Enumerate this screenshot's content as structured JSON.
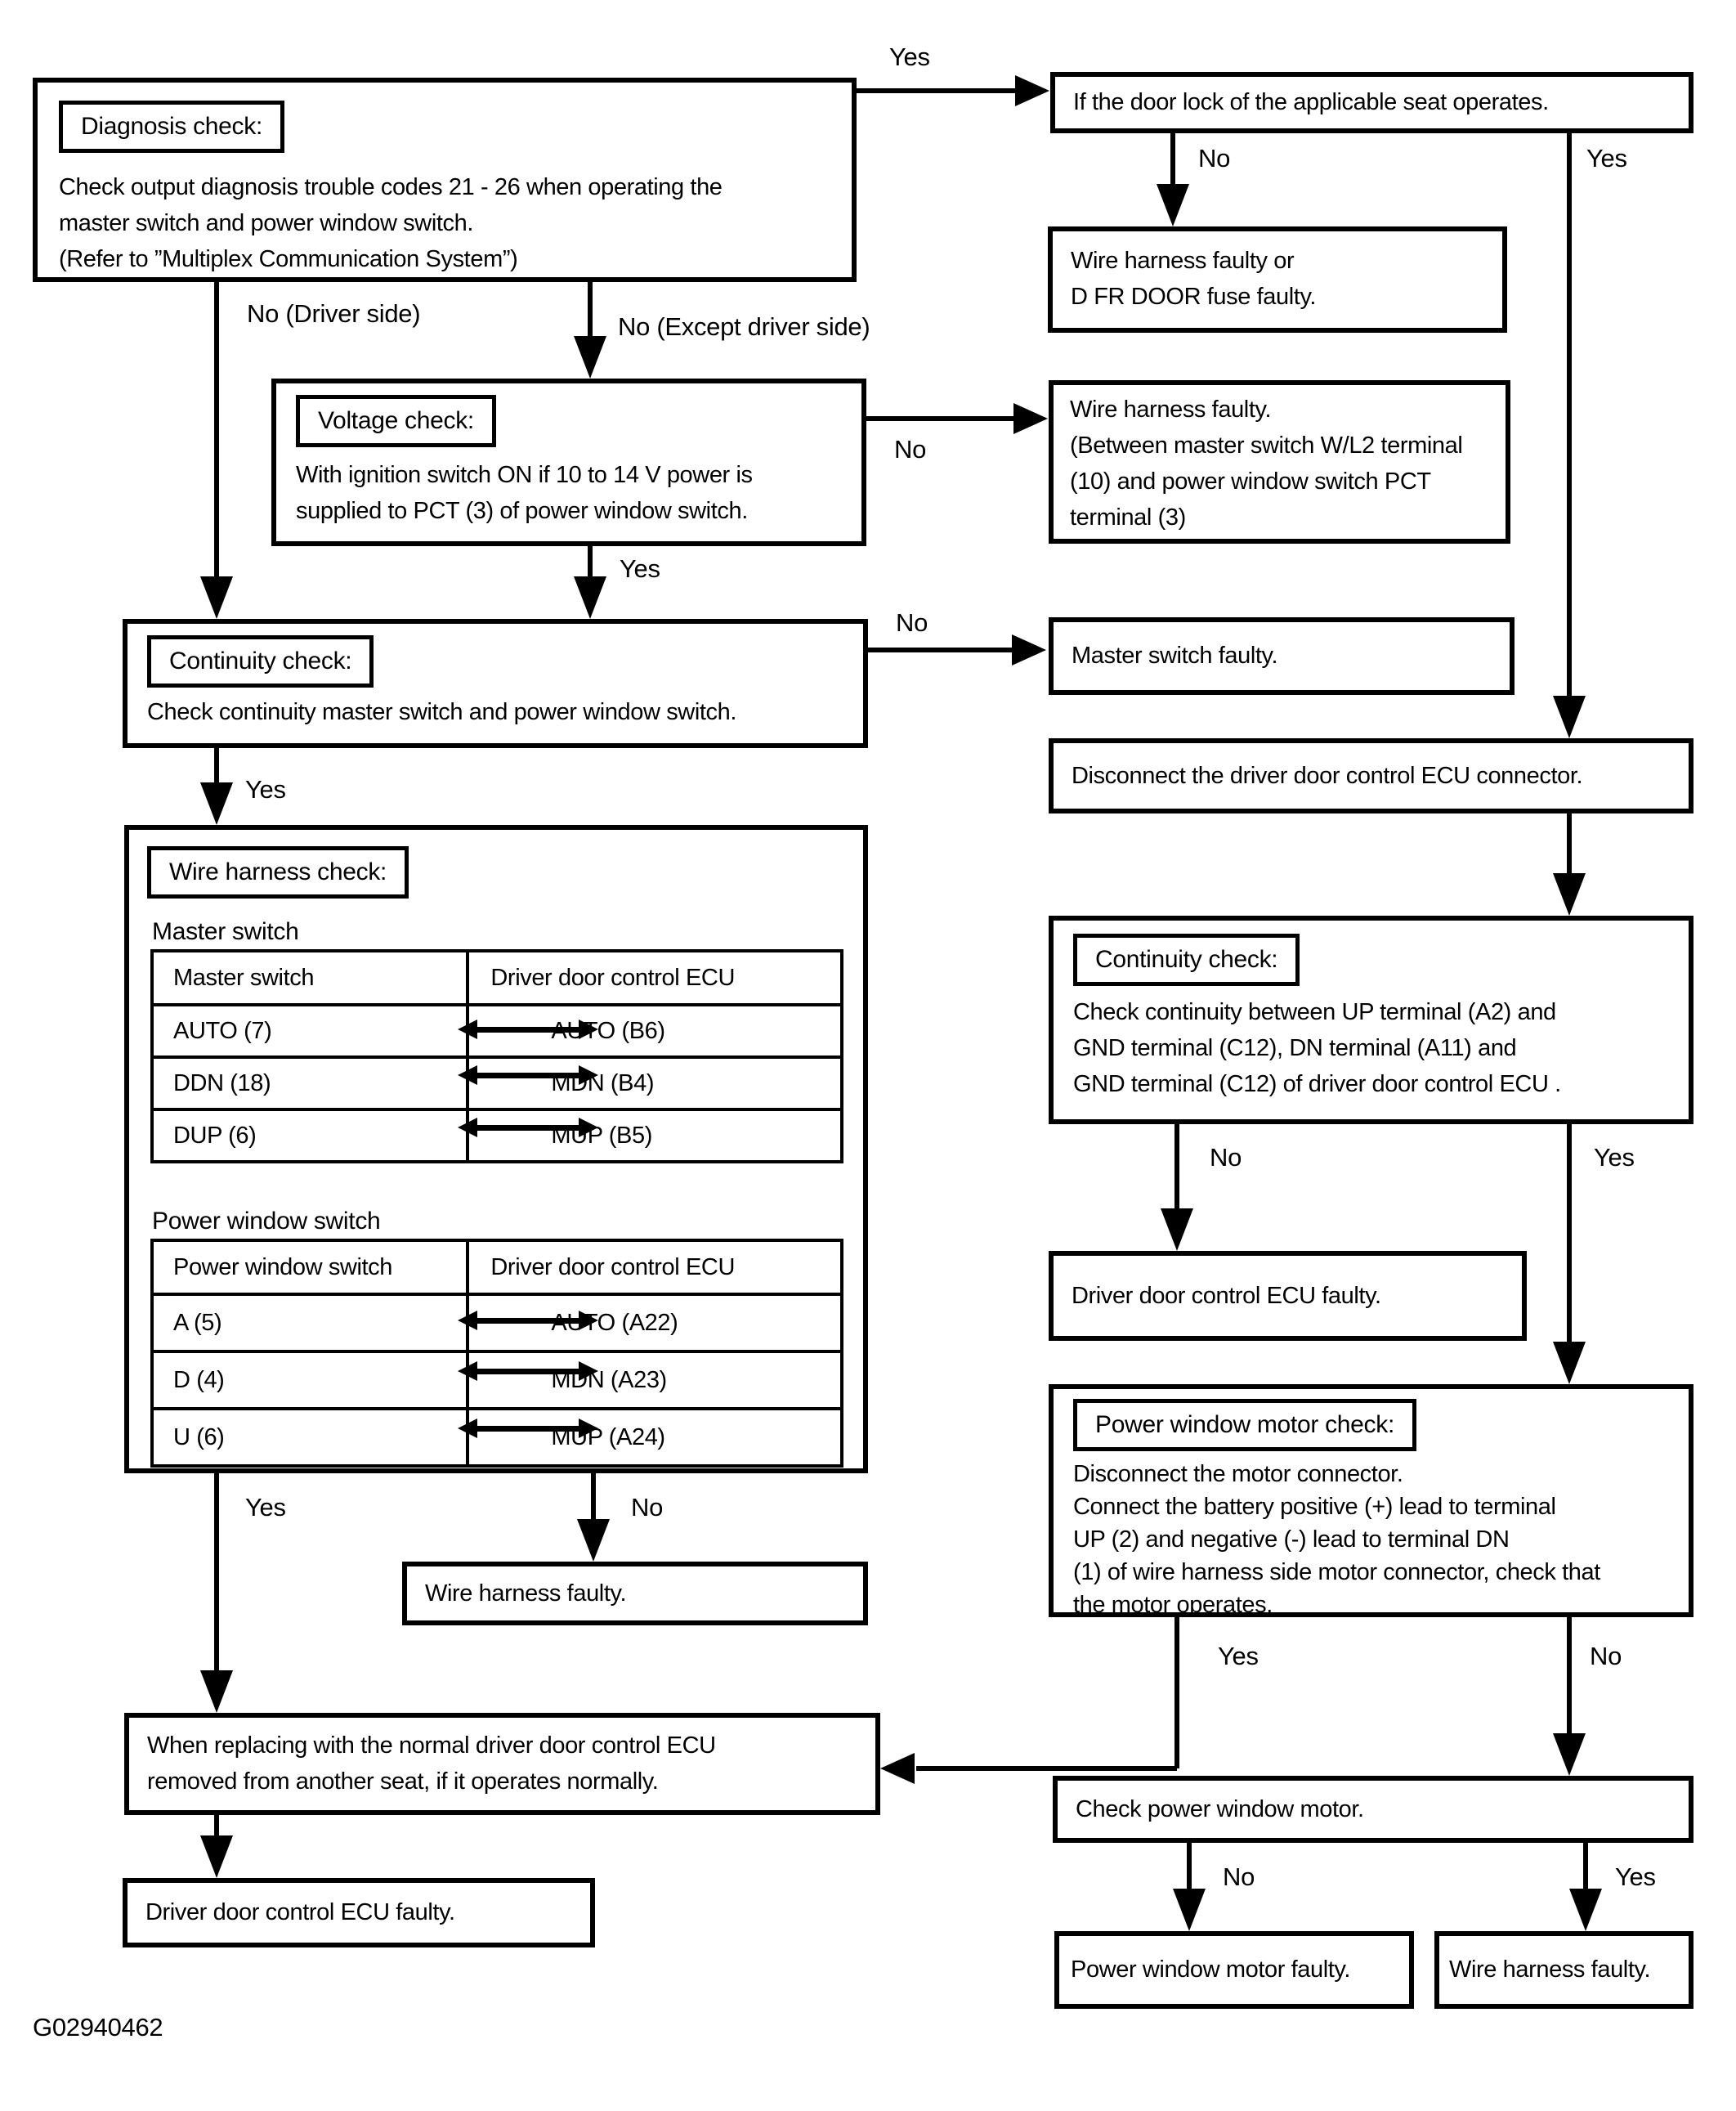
{
  "figure_code": "G02940462",
  "labels": {
    "yes": "Yes",
    "no": "No",
    "no_driver_side": "No (Driver side)",
    "no_except_driver_side": "No (Except driver side)"
  },
  "icons": {
    "table_connector": "left-right-arrow",
    "flow_arrow": "filled-triangle-arrow"
  },
  "nodes": {
    "diagnosis": {
      "label": "Diagnosis check:",
      "lines": [
        "Check output diagnosis trouble codes 21 - 26 when operating the",
        "master switch and power window switch.",
        "(Refer to ”Multiplex Communication System”)"
      ]
    },
    "door_lock": {
      "text": "If the door lock of the applicable seat operates."
    },
    "fuse": {
      "lines": [
        "Wire harness faulty or",
        "D FR DOOR fuse faulty."
      ]
    },
    "voltage": {
      "label": "Voltage check:",
      "lines": [
        "With ignition switch ON if 10 to 14 V power is",
        "supplied to PCT (3) of power window switch."
      ]
    },
    "wl2": {
      "lines": [
        "Wire harness faulty.",
        "(Between master switch W/L2 terminal",
        "(10) and power window switch PCT",
        "terminal (3)"
      ]
    },
    "continuity1": {
      "label": "Continuity check:",
      "lines": [
        "Check continuity master switch and power window switch."
      ]
    },
    "master_faulty": {
      "text": "Master switch faulty."
    },
    "disconnect": {
      "text": "Disconnect the driver door control ECU connector."
    },
    "harness_check": {
      "label": "Wire harness check:",
      "section1": "Master switch",
      "table1": {
        "headers": [
          "Master switch",
          "Driver door control ECU"
        ],
        "rows": [
          [
            "AUTO (7)",
            "AUTO (B6)"
          ],
          [
            "DDN (18)",
            "MDN (B4)"
          ],
          [
            "DUP (6)",
            "MUP (B5)"
          ]
        ]
      },
      "section2": "Power window switch",
      "table2": {
        "headers": [
          "Power window switch",
          "Driver door control ECU"
        ],
        "rows": [
          [
            "A (5)",
            "AUTO (A22)"
          ],
          [
            "D (4)",
            "MDN (A23)"
          ],
          [
            "U (6)",
            "MUP (A24)"
          ]
        ]
      }
    },
    "continuity2": {
      "label": "Continuity check:",
      "lines": [
        "Check continuity between UP terminal (A2) and",
        "GND terminal (C12), DN terminal (A11) and",
        "GND terminal (C12) of driver door control ECU ."
      ]
    },
    "ecu_faulty_right": {
      "text": "Driver door control ECU faulty."
    },
    "motor_check": {
      "label": "Power window motor check:",
      "lines": [
        "Disconnect the motor connector.",
        "Connect the battery positive (+) lead to terminal",
        "UP (2) and negative (-) lead to terminal DN",
        "(1) of wire harness side motor connector, check that",
        "the motor operates."
      ]
    },
    "harness_faulty_mid": {
      "text": "Wire harness faulty."
    },
    "replace": {
      "lines": [
        "When replacing with the normal driver door control ECU",
        "removed from another seat, if it operates normally."
      ]
    },
    "ecu_faulty_bottom": {
      "text": "Driver door control ECU faulty."
    },
    "check_motor": {
      "text": "Check power window motor."
    },
    "motor_faulty": {
      "text": "Power window motor faulty."
    },
    "harness_faulty_bottom": {
      "text": "Wire harness faulty."
    }
  }
}
